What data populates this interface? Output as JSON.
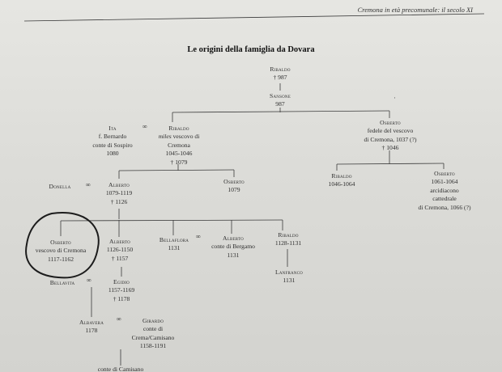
{
  "header": {
    "running_title": "Cremona in età precomunale: il secolo XI"
  },
  "title": "Le origini della famiglia da Dovara",
  "marriage_symbol": "∞",
  "nodes": {
    "ribaldo_top": {
      "name": "Ribaldo",
      "lines": [
        "† 987"
      ]
    },
    "sansone": {
      "name": "Sansone",
      "lines": [
        "987"
      ]
    },
    "ita": {
      "name": "Ita",
      "lines": [
        "f. Bernardo",
        "conte di Sospiro",
        "1080"
      ]
    },
    "ribaldo_miles": {
      "name": "Ribaldo",
      "italic": "miles",
      "rest": " vescovo di",
      "lines": [
        "Cremona",
        "1045-1046",
        "† 1079"
      ]
    },
    "osberto_fedele": {
      "name": "Osberto",
      "lines": [
        "fedele del vescovo",
        "di Cremona, 1037 (?)",
        "† 1046"
      ]
    },
    "donella": {
      "name": "Donella",
      "lines": []
    },
    "alberto_1079": {
      "name": "Alberto",
      "lines": [
        "1079-1119",
        "† 1126"
      ]
    },
    "osberto_1079": {
      "name": "Osberto",
      "lines": [
        "1079"
      ]
    },
    "ribaldo_1046": {
      "name": "Ribaldo",
      "lines": [
        "1046-1064"
      ]
    },
    "osberto_arcidiacono": {
      "name": "Osberto",
      "lines": [
        "1061-1064",
        "arcidiacono",
        "cattedrale",
        "di Cremona, 1066 (?)"
      ]
    },
    "osberto_vescovo": {
      "name": "Osberto",
      "lines": [
        "vescovo di Cremona",
        "1117-1162"
      ]
    },
    "alberto_1126": {
      "name": "Alberto",
      "lines": [
        "1126-1150",
        "† 1157"
      ]
    },
    "bellaflora": {
      "name": "Bellaflora",
      "lines": [
        "1131"
      ]
    },
    "alberto_bergamo": {
      "name": "Alberto",
      "lines": [
        "conte di Bergamo",
        "1131"
      ]
    },
    "ribaldo_1128": {
      "name": "Ribaldo",
      "lines": [
        "1128-1131"
      ]
    },
    "lanfranco": {
      "name": "Lanfranco",
      "lines": [
        "1131"
      ]
    },
    "bellavita": {
      "name": "Bellavita",
      "lines": []
    },
    "egidio": {
      "name": "Egidio",
      "lines": [
        "1157-1169",
        "† 1178"
      ]
    },
    "albavera": {
      "name": "Albavera",
      "lines": [
        "1178"
      ]
    },
    "girardo": {
      "name": "Girardo",
      "lines": [
        "conte di",
        "Crema/Camisano",
        "1158-1191"
      ]
    },
    "conte_camisano": {
      "name": "",
      "lines": [
        "conte di Camisano"
      ]
    }
  }
}
